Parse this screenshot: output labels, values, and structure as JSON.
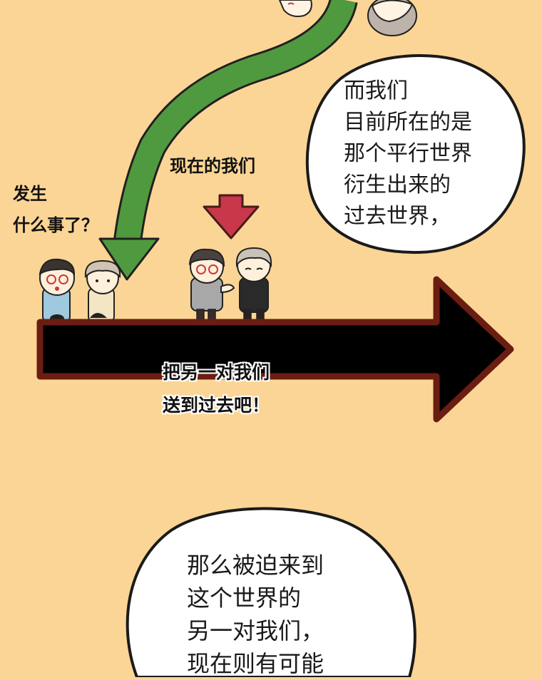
{
  "panel_top": {
    "bubble_text": "而我们\n目前所在的是\n那个平行世界\n衍生出来的\n过去世界，",
    "label_current_us": "现在的我们",
    "label_what_happened": "发生\n什么事了？",
    "arrow_caption": "把另一对我们\n送到过去吧！"
  },
  "panel_bottom": {
    "bubble_text": "那么被迫来到\n这个世界的\n另一对我们，\n现在则有可能"
  },
  "colors": {
    "background": "#fbd595",
    "timeline_fill": "#000000",
    "timeline_border": "#6b1d12",
    "green_arrow": "#4f9a3f",
    "pointer_arrow": "#c8374a"
  }
}
